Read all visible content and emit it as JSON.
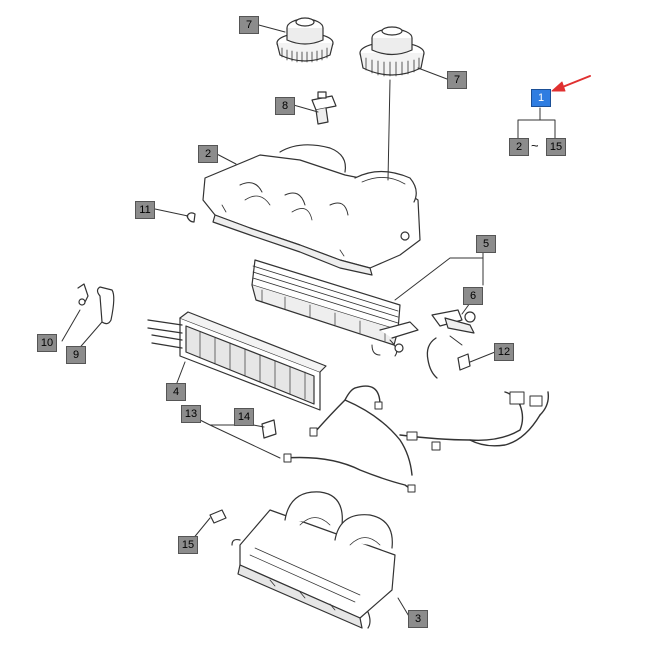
{
  "callouts": {
    "c1": "1",
    "c2": "2",
    "c2b": "2",
    "c3": "3",
    "c4": "4",
    "c5": "5",
    "c6": "6",
    "c7a": "7",
    "c7b": "7",
    "c8": "8",
    "c9": "9",
    "c10": "10",
    "c11": "11",
    "c12": "12",
    "c13": "13",
    "c14": "14",
    "c15": "15",
    "c15b": "15"
  },
  "range_separator": "~",
  "colors": {
    "callout_fill": "#8c8c8c",
    "key_callout_fill": "#2f7de1",
    "arrow": "#e03030",
    "line": "#333333"
  }
}
